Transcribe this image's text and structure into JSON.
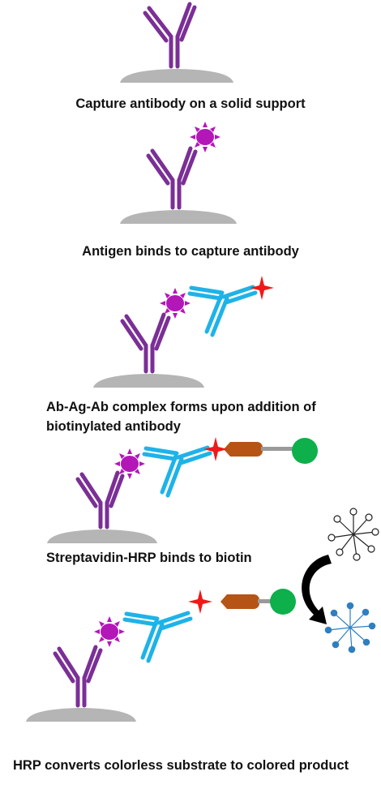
{
  "steps": [
    {
      "caption": "Capture antibody on a solid support"
    },
    {
      "caption": "Antigen binds to capture antibody"
    },
    {
      "caption": "Ab-Ag-Ab complex forms upon addition of biotinylated antibody"
    },
    {
      "caption": "Streptavidin-HRP binds to biotin"
    },
    {
      "caption": "HRP converts colorless substrate to colored product"
    }
  ],
  "colors": {
    "capture_antibody": "#7B2F96",
    "antigen": "#B317B8",
    "detection_antibody": "#1EB3E8",
    "biotin": "#F01818",
    "streptavidin": "#B65416",
    "linker": "#9A9A9A",
    "hrp": "#0DB04B",
    "support": "#B5B5B5",
    "substrate_colorless": "#222222",
    "product_colored": "#2F7FC0",
    "arrow": "#000000"
  },
  "icons": [
    "solid-support",
    "capture-antibody",
    "antigen",
    "detection-antibody",
    "biotin-star",
    "streptavidin",
    "hrp-enzyme",
    "substrate-molecule",
    "product-molecule",
    "curved-arrow-icon"
  ]
}
